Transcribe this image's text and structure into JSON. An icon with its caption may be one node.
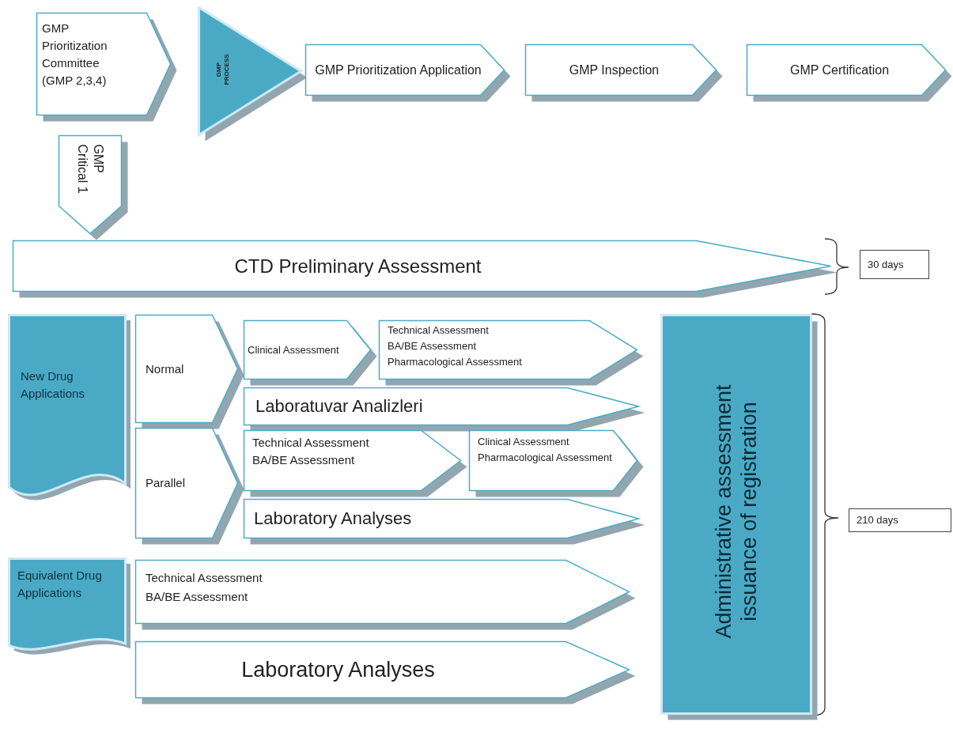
{
  "diagram": {
    "nodes": [
      {
        "text": [
          "GMP Prioritization Committee (GMP 2,3,4)"
        ]
      },
      {
        "text": [
          "GMP PROCESS"
        ]
      },
      {
        "text": [
          "GMP Prioritization Application"
        ]
      },
      {
        "text": [
          "GMP Inspection"
        ]
      },
      {
        "text": [
          "GMP Certification"
        ]
      },
      {
        "text": [
          "GMP Critical 1"
        ]
      },
      {
        "text": [
          "CTD Preliminary Assessment"
        ]
      },
      {
        "text": [
          "30 days"
        ]
      },
      {
        "text": [
          "New Drug Applications"
        ]
      },
      {
        "text": [
          "Normal"
        ]
      },
      {
        "text": [
          "Clinical Assessment"
        ]
      },
      {
        "text": [
          "Technical Assessment",
          "BA/BE Assessment",
          "Pharmacological Assessment"
        ]
      },
      {
        "text": [
          "Laboratuvar Analizleri"
        ]
      },
      {
        "text": [
          "Parallel"
        ]
      },
      {
        "text": [
          "Technical Assessment",
          "BA/BE Assessment"
        ]
      },
      {
        "text": [
          "Clinical Assessment",
          "Pharmacological Assessment"
        ]
      },
      {
        "text": [
          "Laboratory Analyses"
        ]
      },
      {
        "text": [
          "Equivalent Drug Applications"
        ]
      },
      {
        "text": [
          "Technical Assessment",
          "BA/BE Assessment"
        ]
      },
      {
        "text": [
          "Laboratory Analyses"
        ]
      },
      {
        "text": [
          "Administrative assessment",
          "issuance of registration"
        ]
      },
      {
        "text": [
          "210 days"
        ]
      }
    ]
  }
}
